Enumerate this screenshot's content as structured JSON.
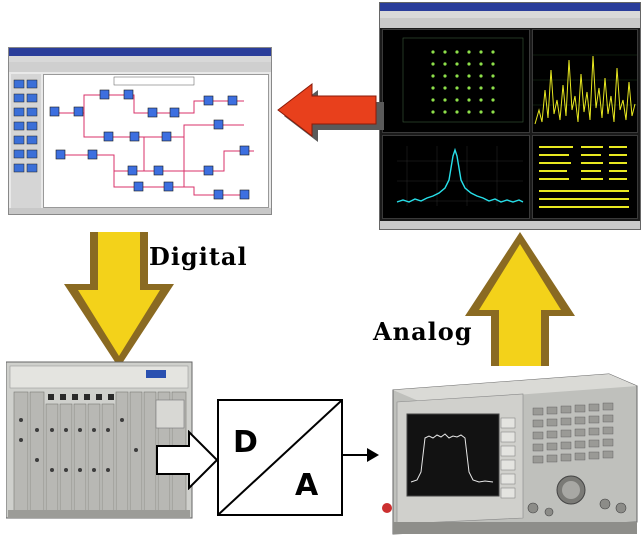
{
  "labels": {
    "digital": "Digital",
    "analog": "Analog",
    "da_top": "D",
    "da_bottom": "A"
  },
  "colors": {
    "red_arrow": "#e8401c",
    "gold_arrow": "#f3d21a",
    "gold_arrow_shadow": "#8a6a22",
    "trace_green": "#8ee04a",
    "trace_cyan": "#27e0ea",
    "trace_yellow": "#e8e820"
  },
  "icons": {
    "left_screenshot": "schematic-window",
    "right_screenshot": "vector-signal-analyzer-window",
    "left_device": "vxi-mainframe",
    "right_device": "signal-generator-instrument"
  }
}
